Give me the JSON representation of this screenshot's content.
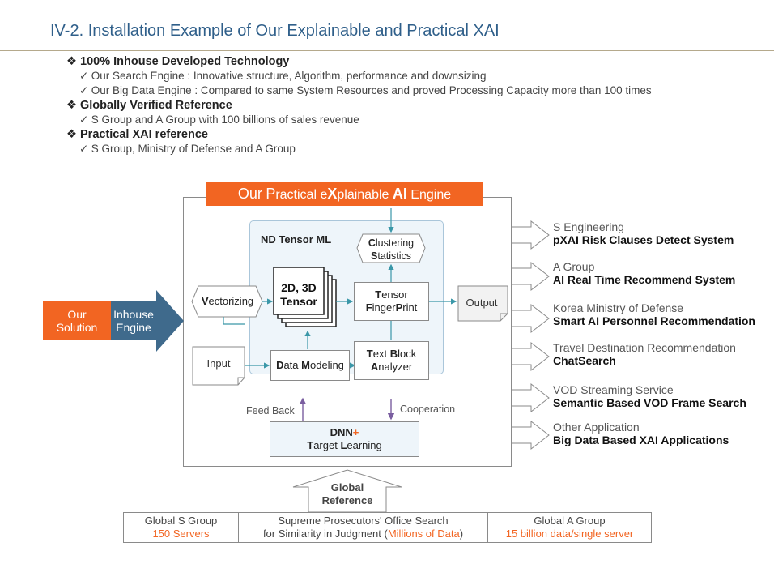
{
  "title": "IV-2. Installation Example of Our Explainable and Practical XAI",
  "bullets": [
    {
      "head": "100% Inhouse Developed Technology",
      "subs": [
        "Our Search Engine : Innovative structure, Algorithm, performance and downsizing",
        "Our Big Data Engine : Compared to same System Resources and proved Processing Capacity more than 100 times"
      ]
    },
    {
      "head": "Globally Verified Reference",
      "subs": [
        "S Group and A Group with 100 billions of sales revenue"
      ]
    },
    {
      "head": "Practical XAI reference",
      "subs": [
        "S Group, Ministry of Defense and A Group"
      ]
    }
  ],
  "engine": {
    "title_parts": [
      "Our",
      " ",
      "P",
      "ractical e",
      "X",
      "plainable ",
      "AI",
      " Engine"
    ],
    "ml_label": "ND Tensor ML",
    "nodes": {
      "vectorizing": [
        "V",
        "ectorizing"
      ],
      "tensor_2d3d": [
        "2D, 3D",
        "Tensor"
      ],
      "clustering": [
        "C",
        "lustering",
        "S",
        "tatistics"
      ],
      "tensor_fp": [
        "T",
        "ensor",
        "F",
        "inger",
        "P",
        "rint"
      ],
      "data_modeling": [
        "D",
        "ata ",
        "M",
        "odeling"
      ],
      "text_block": [
        "T",
        "ext ",
        "B",
        "lock",
        "A",
        "nalyzer"
      ],
      "input": "Input",
      "output": "Output",
      "dnn": [
        "DNN",
        "+",
        "T",
        "arget ",
        "L",
        "earning"
      ]
    },
    "feedback": "Feed Back",
    "cooperation": "Cooperation"
  },
  "solution": {
    "orange": [
      "Our",
      "Solution"
    ],
    "blue": [
      "Inhouse",
      "Engine"
    ]
  },
  "apps": [
    {
      "org": "S Engineering",
      "system": "pXAI Risk Clauses Detect System"
    },
    {
      "org": "A Group",
      "system": "AI Real Time Recommend System"
    },
    {
      "org": "Korea Ministry of Defense",
      "system": "Smart AI Personnel Recommendation"
    },
    {
      "org": "Travel Destination Recommendation",
      "system": "ChatSearch"
    },
    {
      "org": "VOD Streaming Service",
      "system": "Semantic Based VOD Frame Search"
    },
    {
      "org": "Other Application",
      "system": "Big Data Based XAI Applications"
    }
  ],
  "global_reference": [
    "Global",
    "Reference"
  ],
  "references": [
    {
      "line1": "Global S Group",
      "line2": "150 Servers"
    },
    {
      "line1": "Supreme Prosecutors' Office Search",
      "line2_pre": "for Similarity in Judgment (",
      "line2_hl": "Millions of Data",
      "line2_post": ")"
    },
    {
      "line1": "Global A Group",
      "line2": "15 billion data/single server"
    }
  ],
  "colors": {
    "accent": "#f26522",
    "navy": "#3f6a8c",
    "title": "#2f5f8a",
    "teal_arrow": "#3a97a8",
    "purple_arrow": "#7a5ea0"
  }
}
